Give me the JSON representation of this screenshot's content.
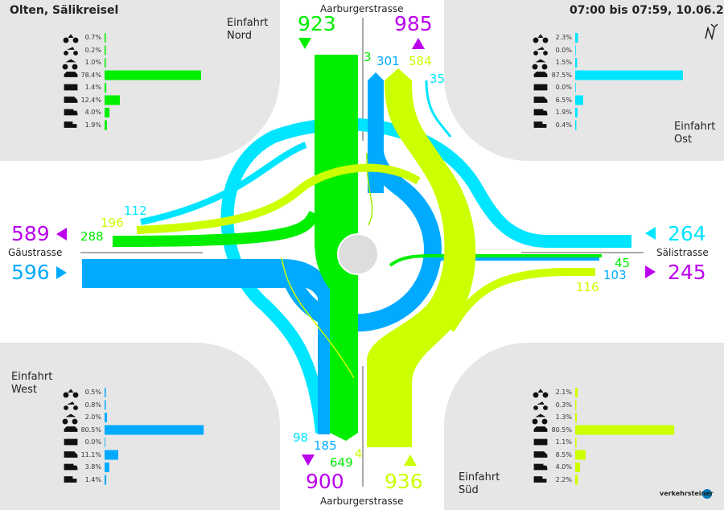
{
  "title": "Olten, Sälikreisel",
  "period": "07:00 bis 07:59, 10.06.2015",
  "brand": "verkehrsteiner",
  "colors": {
    "north": "#00ee00",
    "east": "#00e5ff",
    "south": "#ccff00",
    "west": "#00aaff",
    "exit": "#bb00ee",
    "gray": "#e6e6e6"
  },
  "roads": {
    "north": "Aarburgerstrasse",
    "south": "Aarburgerstrasse",
    "west": "Gäustrasse",
    "east": "Sälistrasse"
  },
  "totals": {
    "north_in": "923",
    "north_out": "985",
    "west_out": "589",
    "west_in": "596",
    "east_in": "264",
    "east_out": "245",
    "south_out": "900",
    "south_in": "936"
  },
  "flows": {
    "n_3": "3",
    "n_301": "301",
    "n_584": "584",
    "n_35": "35",
    "w_112": "112",
    "w_196": "196",
    "w_288": "288",
    "e_45": "45",
    "e_103": "103",
    "e_116": "116",
    "s_98": "98",
    "s_185": "185",
    "s_649": "649",
    "s_4": "4"
  },
  "legend_icons": [
    "bicycle-icon",
    "moped-icon",
    "motorcycle-icon",
    "car-icon",
    "bus-icon",
    "van-icon",
    "truck-icon",
    "tractor-icon"
  ],
  "entries": {
    "north": {
      "label1": "Einfahrt",
      "label2": "Nord",
      "percent": [
        "0.7%",
        "0.2%",
        "1.0%",
        "78.4%",
        "1.4%",
        "12.4%",
        "4.0%",
        "1.9%"
      ],
      "values": [
        0.7,
        0.2,
        1.0,
        78.4,
        1.4,
        12.4,
        4.0,
        1.9
      ]
    },
    "east": {
      "label1": "Einfahrt",
      "label2": "Ost",
      "percent": [
        "2.3%",
        "0.0%",
        "1.5%",
        "87.5%",
        "0.0%",
        "6.5%",
        "1.9%",
        "0.4%"
      ],
      "values": [
        2.3,
        0.0,
        1.5,
        87.5,
        0.0,
        6.5,
        1.9,
        0.4
      ]
    },
    "west": {
      "label1": "Einfahrt",
      "label2": "West",
      "percent": [
        "0.5%",
        "0.8%",
        "2.0%",
        "80.5%",
        "0.0%",
        "11.1%",
        "3.8%",
        "1.4%"
      ],
      "values": [
        0.5,
        0.8,
        2.0,
        80.5,
        0.0,
        11.1,
        3.8,
        1.4
      ]
    },
    "south": {
      "label1": "Einfahrt",
      "label2": "Süd",
      "percent": [
        "2.1%",
        "0.3%",
        "1.3%",
        "80.5%",
        "1.1%",
        "8.5%",
        "4.0%",
        "2.2%"
      ],
      "values": [
        2.1,
        0.3,
        1.3,
        80.5,
        1.1,
        8.5,
        4.0,
        2.2
      ]
    }
  }
}
